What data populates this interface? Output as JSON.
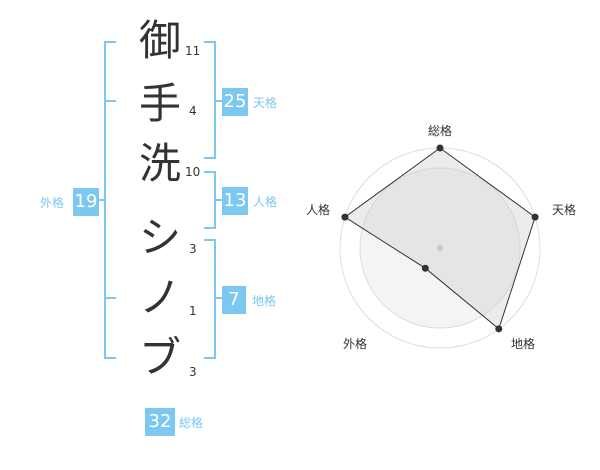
{
  "name_chars": [
    {
      "char": "御",
      "strokes": "11"
    },
    {
      "char": "手",
      "strokes": "4"
    },
    {
      "char": "洗",
      "strokes": "10"
    },
    {
      "char": "シ",
      "strokes": "3"
    },
    {
      "char": "ノ",
      "strokes": "1"
    },
    {
      "char": "ブ",
      "strokes": "3"
    }
  ],
  "kaku": {
    "tenkaku": {
      "value": "25",
      "label": "天格"
    },
    "jinkaku": {
      "value": "13",
      "label": "人格"
    },
    "chikaku": {
      "value": "7",
      "label": "地格"
    },
    "gaikaku": {
      "value": "19",
      "label": "外格"
    },
    "soukaku": {
      "value": "32",
      "label": "総格"
    }
  },
  "colors": {
    "accent": "#7cc8f0",
    "text": "#333333"
  },
  "chart_data": {
    "type": "radar",
    "axes": [
      "総格",
      "天格",
      "地格",
      "外格",
      "人格"
    ],
    "values": [
      4,
      4,
      4,
      1,
      4
    ],
    "max": 4
  }
}
